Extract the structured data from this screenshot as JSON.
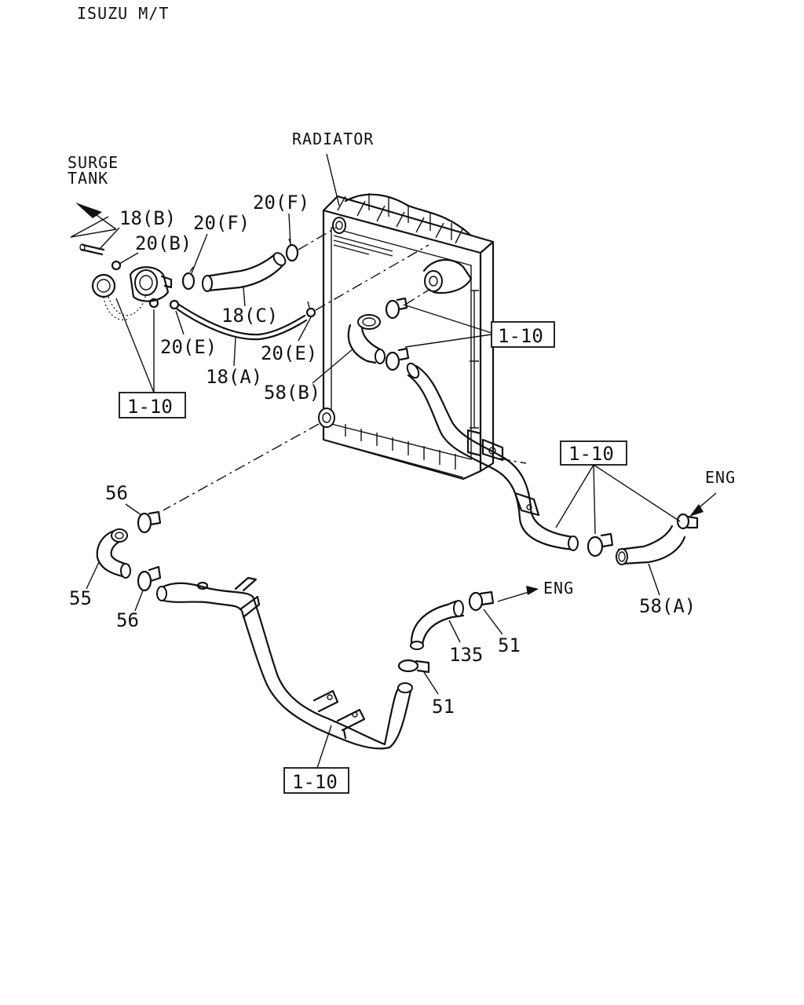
{
  "header": {
    "title": "ISUZU M/T"
  },
  "labels": {
    "radiator": "RADIATOR",
    "surge_tank_1": "SURGE",
    "surge_tank_2": "TANK",
    "eng_top": "ENG",
    "eng_mid": "ENG"
  },
  "callouts": {
    "p18b": "18(B)",
    "p20b": "20(B)",
    "p20f_left": "20(F)",
    "p20f_right": "20(F)",
    "p18c": "18(C)",
    "p20e_left": "20(E)",
    "p20e_right": "20(E)",
    "p18a": "18(A)",
    "p58b": "58(B)",
    "p58a": "58(A)",
    "p56_top": "56",
    "p56_bottom": "56",
    "p55": "55",
    "p135": "135",
    "p51_right": "51",
    "p51_lower": "51"
  },
  "ref_boxes": {
    "ref_left": "1-10",
    "ref_right_top": "1-10",
    "ref_right_mid": "1-10",
    "ref_bottom": "1-10"
  }
}
